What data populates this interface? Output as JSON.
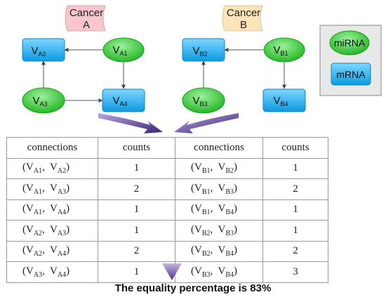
{
  "cancer_labels": [
    {
      "line1": "Cancer",
      "line2": "A",
      "fill": "#f8c6cc"
    },
    {
      "line1": "Cancer",
      "line2": "B",
      "fill": "#fde3b8"
    }
  ],
  "nodes_a": {
    "A2": {
      "main": "V",
      "sub": "A2",
      "type": "mRNA"
    },
    "A1": {
      "main": "V",
      "sub": "A1",
      "type": "miRNA"
    },
    "A3": {
      "main": "V",
      "sub": "A3",
      "type": "miRNA"
    },
    "A4": {
      "main": "V",
      "sub": "A4",
      "type": "mRNA"
    }
  },
  "nodes_b": {
    "B2": {
      "main": "V",
      "sub": "B2",
      "type": "mRNA"
    },
    "B1": {
      "main": "V",
      "sub": "B1",
      "type": "miRNA"
    },
    "B3": {
      "main": "V",
      "sub": "B3",
      "type": "miRNA"
    },
    "B4": {
      "main": "V",
      "sub": "B4",
      "type": "mRNA"
    }
  },
  "legend": {
    "mirna": "miRNA",
    "mrna": "mRNA"
  },
  "colors": {
    "mirna": "#2cc12c",
    "mrna": "#1aa8e6",
    "arrow": "#4a2f86"
  },
  "table": {
    "headers": [
      "connections",
      "counts",
      "connections",
      "counts"
    ],
    "rows": [
      {
        "a": [
          "A1",
          "A2"
        ],
        "ca": "1",
        "b": [
          "B1",
          "B2"
        ],
        "cb": "1"
      },
      {
        "a": [
          "A1",
          "A3"
        ],
        "ca": "2",
        "b": [
          "B1",
          "B3"
        ],
        "cb": "2"
      },
      {
        "a": [
          "A1",
          "A4"
        ],
        "ca": "1",
        "b": [
          "B1",
          "B4"
        ],
        "cb": "1"
      },
      {
        "a": [
          "A2",
          "A3"
        ],
        "ca": "1",
        "b": [
          "B2",
          "B3"
        ],
        "cb": "1"
      },
      {
        "a": [
          "A2",
          "A4"
        ],
        "ca": "2",
        "b": [
          "B2",
          "B4"
        ],
        "cb": "2"
      },
      {
        "a": [
          "A3",
          "A4"
        ],
        "ca": "1",
        "b": [
          "B3",
          "B4"
        ],
        "cb": "3"
      }
    ]
  },
  "result": "The equality percentage is 83%"
}
